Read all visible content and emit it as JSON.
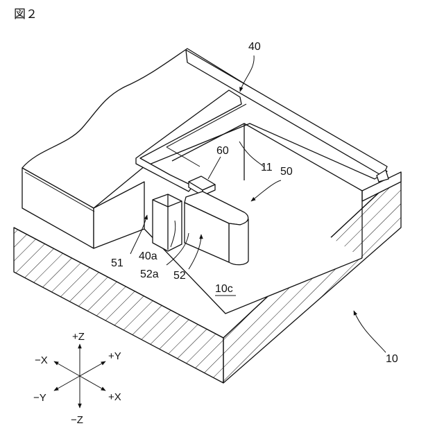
{
  "figure": {
    "title": "図２"
  },
  "reference_labels": {
    "l40": "40",
    "l60": "60",
    "l11": "11",
    "l50": "50",
    "l51": "51",
    "l40a": "40a",
    "l52a": "52a",
    "l52": "52",
    "l10c": "10c",
    "l10": "10"
  },
  "axes": {
    "plus_z": "+Z",
    "minus_z": "−Z",
    "plus_x": "+X",
    "minus_x": "−X",
    "plus_y": "+Y",
    "minus_y": "−Y"
  }
}
